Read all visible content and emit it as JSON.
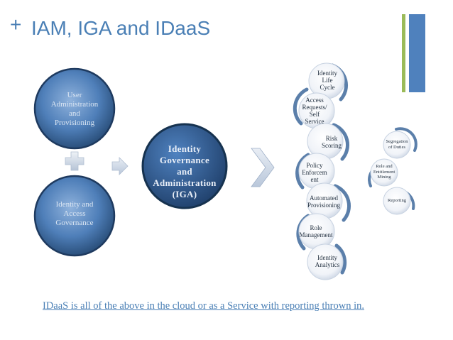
{
  "header": {
    "plus": "+",
    "title": "IAM, IGA and IDaaS"
  },
  "colors": {
    "accent_blue": "#4f81bd",
    "accent_green": "#9bbb59",
    "title_text": "#4a7fb5"
  },
  "diagram": {
    "user_admin": [
      "User",
      "Administration",
      "and",
      "Provisioning"
    ],
    "identity_access": [
      "Identity and",
      "Access",
      "Governance"
    ],
    "iga": [
      "Identity",
      "Governance",
      "and",
      "Administration",
      "(IGA)"
    ],
    "capabilities": [
      [
        "Identity",
        "Life",
        "Cycle"
      ],
      [
        "Access",
        "Requests/",
        "Self",
        "Service"
      ],
      [
        "Risk",
        "Scoring"
      ],
      [
        "Policy",
        "Enforcem",
        "ent"
      ],
      [
        "Automated",
        "Provisioning"
      ],
      [
        "Role",
        "Management"
      ],
      [
        "Identity",
        "Analytics"
      ]
    ],
    "side_items": [
      [
        "Segregation",
        "of Duties"
      ],
      [
        "Role and",
        "Entitlement",
        "Mining"
      ],
      [
        "Reporting"
      ]
    ]
  },
  "footer": "IDaaS is all of the above in the cloud or as a Service with reporting thrown in."
}
